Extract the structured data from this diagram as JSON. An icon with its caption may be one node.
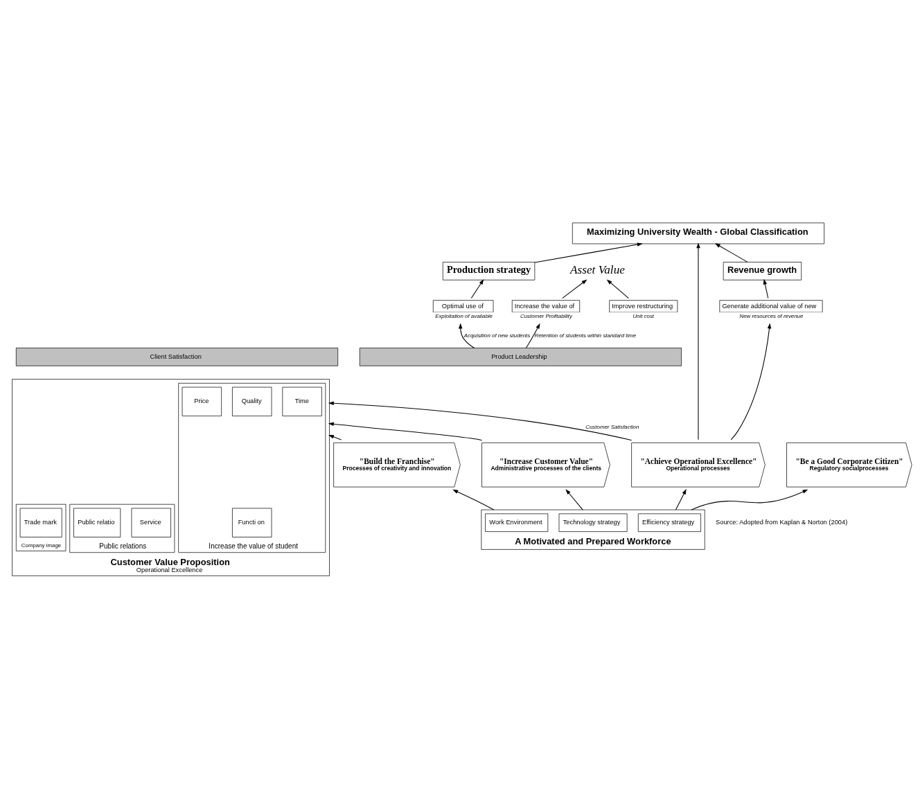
{
  "diagram": {
    "nodes": [
      {
        "text": [
          "Maximizing University Wealth - Global Classification"
        ]
      },
      {
        "text": [
          "Production strategy"
        ]
      },
      {
        "text": [
          "Asset Value"
        ]
      },
      {
        "text": [
          "Revenue growth"
        ]
      },
      {
        "text": [
          "Optimal use of"
        ],
        "beside": [
          "Exploitation of available"
        ]
      },
      {
        "text": [
          "Improve restructuring"
        ],
        "beside": [
          "Unit cost"
        ]
      },
      {
        "text": [
          "Increase the value of"
        ],
        "beside": [
          "Customer Profitability"
        ]
      },
      {
        "text": [
          "Generate additional value of new"
        ],
        "beside": [
          "New resources of revenue"
        ]
      },
      {
        "text": [
          "Product Leadership"
        ]
      },
      {
        "text": [
          "Client Satisfaction"
        ]
      },
      {
        "text": [
          "Customer Value Proposition",
          "Operational Excellence"
        ]
      },
      {
        "text": [
          "Increase the value of student"
        ],
        "in": 10
      },
      {
        "text": [
          "Price"
        ],
        "in": 11
      },
      {
        "text": [
          "Quality"
        ],
        "in": 11
      },
      {
        "text": [
          "Time"
        ],
        "in": 11
      },
      {
        "text": [
          "Functi on"
        ],
        "in": 11
      },
      {
        "text": [
          "Public relations"
        ],
        "in": 10
      },
      {
        "text": [
          "Service"
        ],
        "in": 16
      },
      {
        "text": [
          "Public relatio"
        ],
        "in": 16
      },
      {
        "text": [
          "Company image"
        ],
        "in": 10
      },
      {
        "text": [
          "Trade mark"
        ],
        "in": 19
      },
      {
        "text": [
          "\"Build the Franchise\"",
          "Processes of creativity and innovation"
        ]
      },
      {
        "text": [
          "\"Increase Customer Value\"",
          "Administrative processes of the clients"
        ]
      },
      {
        "text": [
          "\"Achieve Operational Excellence\"",
          "Operational processes"
        ]
      },
      {
        "text": [
          "\"Be a Good Corporate Citizen\"",
          "Regulatory socialprocesses"
        ]
      },
      {
        "text": [
          "A Motivated and Prepared Workforce"
        ]
      },
      {
        "text": [
          "Work Environment"
        ],
        "in": 25
      },
      {
        "text": [
          "Technology strategy"
        ],
        "in": 25
      },
      {
        "text": [
          "Efficiency strategy"
        ],
        "in": 25
      }
    ],
    "edges": [
      {
        "from": 1,
        "to": 0,
        "arrow": "to"
      },
      {
        "from": 3,
        "to": 0,
        "arrow": "to"
      },
      {
        "from": 4,
        "to": 1,
        "arrow": "to"
      },
      {
        "from": 5,
        "to": 2,
        "arrow": "to"
      },
      {
        "from": 6,
        "to": 2,
        "arrow": "to"
      },
      {
        "from": 7,
        "to": 3,
        "arrow": "to"
      },
      {
        "from": 8,
        "to": 4,
        "arrow": "to",
        "label": "Acquisition of new students"
      },
      {
        "from": 8,
        "to": 6,
        "arrow": "to",
        "label": "Retention of students within standard time"
      },
      {
        "from": 21,
        "to": 10,
        "arrow": "to"
      },
      {
        "from": 22,
        "to": 10,
        "arrow": "to"
      },
      {
        "from": 23,
        "to": 10,
        "arrow": "to",
        "label": "Customer Satisfaction"
      },
      {
        "from": 23,
        "to": 7,
        "arrow": "to"
      },
      {
        "from": 23,
        "to": 0,
        "arrow": "to"
      },
      {
        "from": 25,
        "to": 21,
        "arrow": "to"
      },
      {
        "from": 25,
        "to": 22,
        "arrow": "to"
      },
      {
        "from": 25,
        "to": 23,
        "arrow": "to"
      },
      {
        "from": 25,
        "to": 24,
        "arrow": "to"
      }
    ],
    "labels": [
      "Source: Adopted from Kaplan & Norton (2004)"
    ]
  }
}
